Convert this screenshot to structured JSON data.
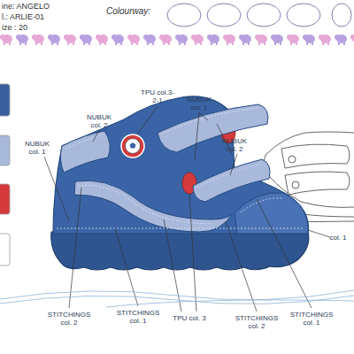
{
  "diagram": {
    "labels": [
      "ine: ANGELO",
      "l.: ARLIE-01",
      "ize : 20",
      "Colourway:",
      "TPU col.3-2-1",
      "NUBUK col. 1",
      "NUBUK col. 2",
      "NUBUK col. 1",
      "NUBUK col. 2",
      "col. 1",
      "STITCHINGS col. 2",
      "STITCHINGS col. 1",
      "TPU col. 3",
      "STITCHINGS col. 2",
      "STITCHINGS col. 1"
    ]
  }
}
